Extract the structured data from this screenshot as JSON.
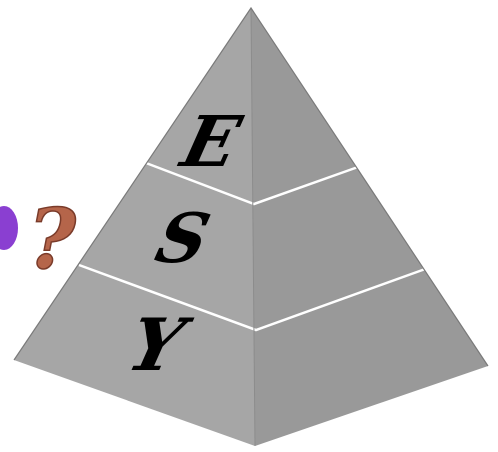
{
  "pyramid": {
    "tiers": [
      {
        "letter": "E"
      },
      {
        "letter": "S"
      },
      {
        "letter": "Y"
      }
    ]
  },
  "decoration": {
    "question_mark": "?",
    "question_color": "#b5654a",
    "bubble_color": "#8a3fd1"
  },
  "colors": {
    "left_face": "#a6a6a6",
    "right_face": "#999999",
    "divider": "#ffffff",
    "outline": "#7a7a7a"
  }
}
